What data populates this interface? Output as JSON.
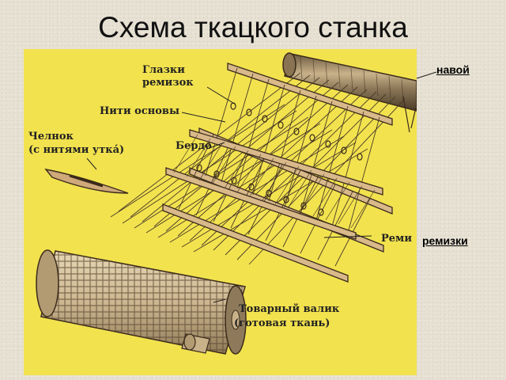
{
  "slide": {
    "title": "Схема ткацкого станка"
  },
  "callouts": {
    "navoy": "навой",
    "remizki": "ремизки"
  },
  "figure_labels": {
    "glazki_line1": "Глазки",
    "glazki_line2": "ремизок",
    "niti_osnovy": "Нити основы",
    "chelnok_line1": "Челнок",
    "chelnok_line2": "(с нитями утка́)",
    "berdo": "Бердо",
    "remi": "Реми",
    "valik_line1": "Товарный валик",
    "valik_line2": "(готовая ткань)"
  },
  "colors": {
    "figure_background": "#f2e24e",
    "wood": "#d9b98a",
    "outline": "#3a2a1a"
  }
}
